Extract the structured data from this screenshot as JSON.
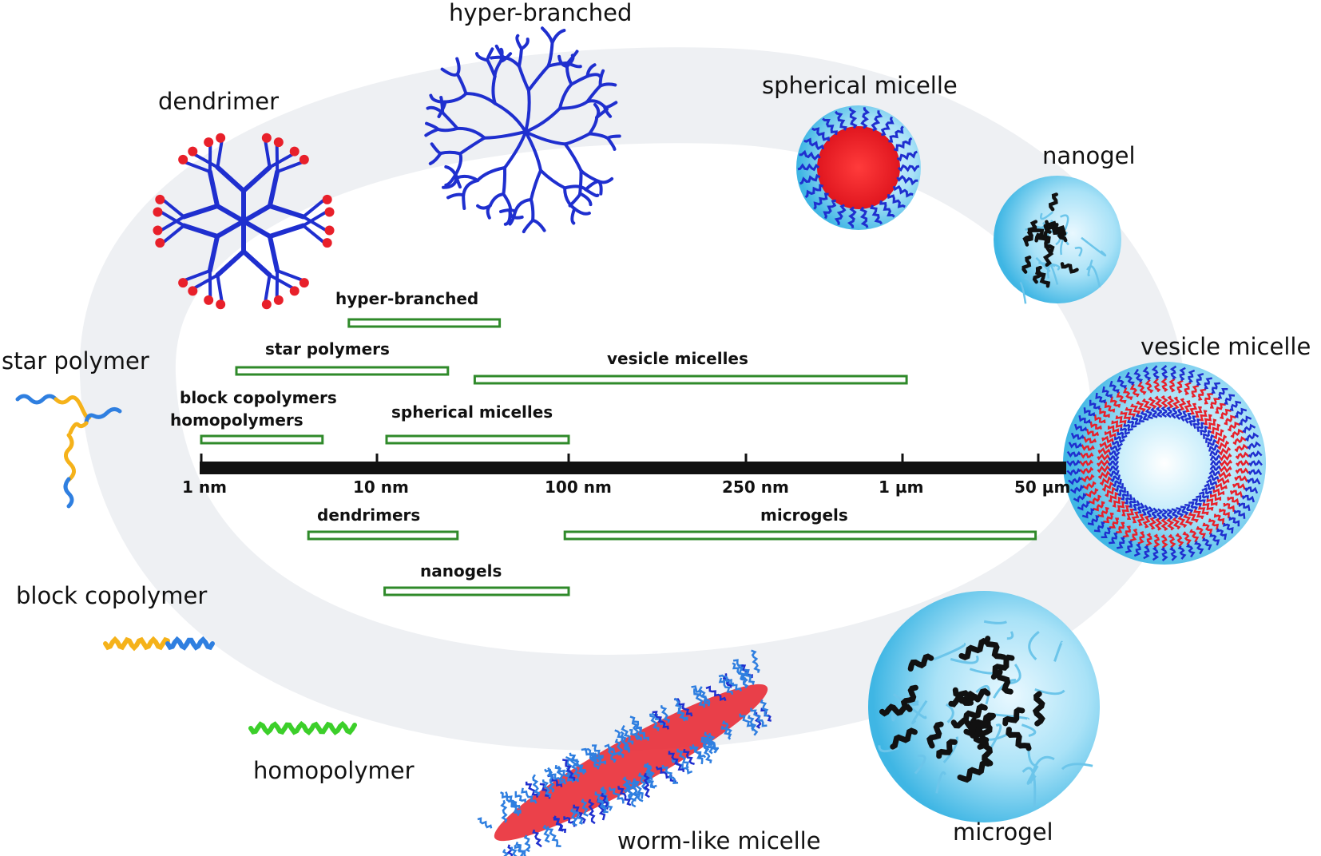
{
  "colors": {
    "backbone_blue": "#1f2fcf",
    "end_group_red": "#e8202a",
    "core_red": "#ee2028",
    "shell_cyan": "#5ec8ec",
    "chain_blue": "#2f7fe0",
    "chain_yellow": "#f5b21a",
    "chain_green": "#3ccf2a",
    "bar_green": "#2f8a2a",
    "axis_black": "#111111",
    "orbit_gray": "#eef0f3"
  },
  "structures": [
    {
      "id": "dendrimer",
      "label": "dendrimer"
    },
    {
      "id": "hyper-branched",
      "label": "hyper-branched"
    },
    {
      "id": "spherical-micelle",
      "label": "spherical micelle"
    },
    {
      "id": "nanogel",
      "label": "nanogel"
    },
    {
      "id": "vesicle-micelle",
      "label": "vesicle micelle"
    },
    {
      "id": "microgel",
      "label": "microgel"
    },
    {
      "id": "worm-like-micelle",
      "label": "worm-like micelle"
    },
    {
      "id": "homopolymer",
      "label": "homopolymer"
    },
    {
      "id": "block-copolymer",
      "label": "block copolymer"
    },
    {
      "id": "star-polymer",
      "label": "star polymer"
    }
  ],
  "scale": {
    "ticks": [
      "1 nm",
      "10 nm",
      "100 nm",
      "250 nm",
      "1 µm",
      "50 µm"
    ]
  },
  "ranges": [
    {
      "label": "hyper-branched",
      "start_tick": 0.84,
      "end_tick": 1.64
    },
    {
      "label": "star polymers",
      "start_tick": 0.2,
      "end_tick": 1.37
    },
    {
      "label": "vesicle micelles",
      "start_tick": 1.51,
      "end_tick": 4.03
    },
    {
      "label": "block copolymers",
      "start_tick": null,
      "end_tick": null
    },
    {
      "label": "homopolymers",
      "start_tick": 0.0,
      "end_tick": 0.69
    },
    {
      "label": "spherical micelles",
      "start_tick": 1.05,
      "end_tick": 2.0
    },
    {
      "label": "dendrimers",
      "start_tick": 0.61,
      "end_tick": 1.42
    },
    {
      "label": "microgels",
      "start_tick": 1.98,
      "end_tick": 4.98
    },
    {
      "label": "nanogels",
      "start_tick": 1.04,
      "end_tick": 2.0
    }
  ]
}
